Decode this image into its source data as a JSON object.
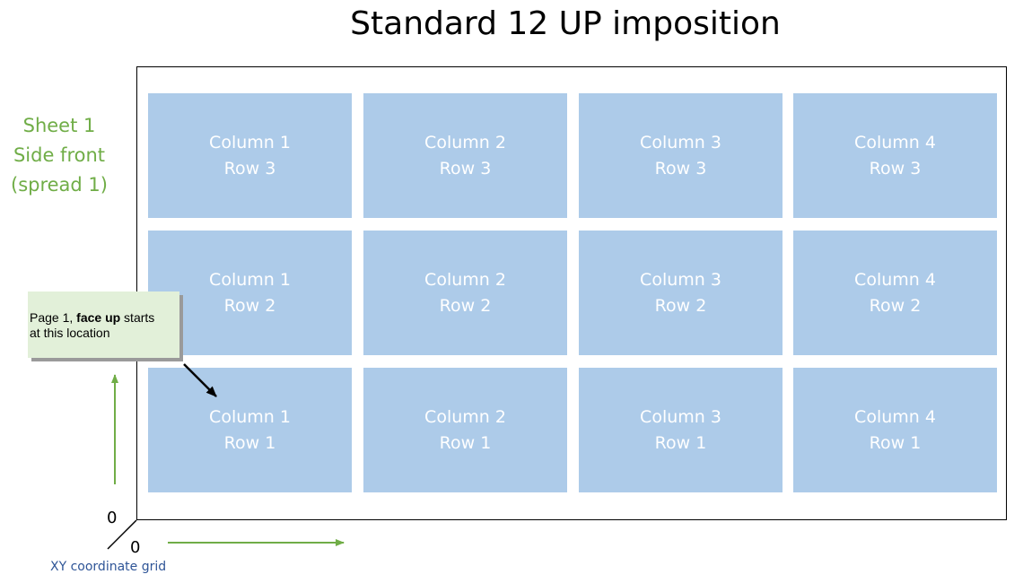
{
  "title": "Standard 12 UP imposition",
  "sheet_label": [
    "Sheet 1",
    "Side front",
    "(spread 1)"
  ],
  "callout": {
    "prefix": "Page 1, ",
    "bold": "face up",
    "suffix": " starts",
    "line2": "at this location"
  },
  "origin": {
    "y_zero": "0",
    "x_zero": "0",
    "grid_label": "XY coordinate grid"
  },
  "cells": [
    {
      "column": "Column 1",
      "row": "Row 3"
    },
    {
      "column": "Column 2",
      "row": "Row 3"
    },
    {
      "column": "Column 3",
      "row": "Row 3"
    },
    {
      "column": "Column 4",
      "row": "Row 3"
    },
    {
      "column": "Column 1",
      "row": "Row 2"
    },
    {
      "column": "Column 2",
      "row": "Row 2"
    },
    {
      "column": "Column 3",
      "row": "Row 2"
    },
    {
      "column": "Column 4",
      "row": "Row 2"
    },
    {
      "column": "Column 1",
      "row": "Row 1"
    },
    {
      "column": "Column 2",
      "row": "Row 1"
    },
    {
      "column": "Column 3",
      "row": "Row 1"
    },
    {
      "column": "Column 4",
      "row": "Row 1"
    }
  ],
  "colors": {
    "cell_fill": "#adcbe9",
    "label_green": "#70ad47",
    "arrow_green": "#70ad47",
    "grid_label_blue": "#2f5597",
    "callout_fill": "#e2f0d9"
  }
}
